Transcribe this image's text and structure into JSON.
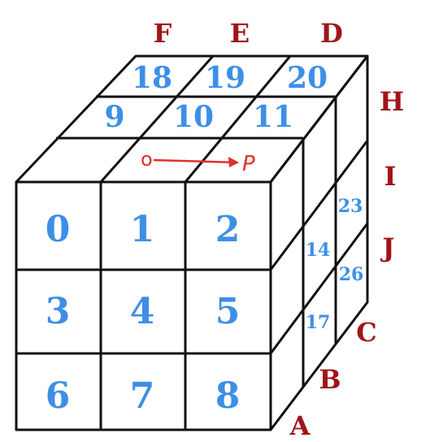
{
  "front_numbers": [
    "0",
    "1",
    "2",
    "3",
    "4",
    "5",
    "6",
    "7",
    "8"
  ],
  "top_numbers": {
    "back_row": [
      "18",
      "19",
      "20"
    ],
    "middle_row": [
      "9",
      "10",
      "11"
    ],
    "front_row": [
      "",
      "",
      ""
    ]
  },
  "side_numbers": [
    "23",
    "14",
    "26",
    "17"
  ],
  "labels": [
    "F",
    "E",
    "D",
    "H",
    "I",
    "J",
    "C",
    "B",
    "A"
  ],
  "annotation": {
    "start": "o",
    "end": "P"
  },
  "colors": {
    "numbers": "#3d8fe6",
    "labels": "#a11419",
    "annotation": "#e0302a",
    "edges": "#111111"
  }
}
